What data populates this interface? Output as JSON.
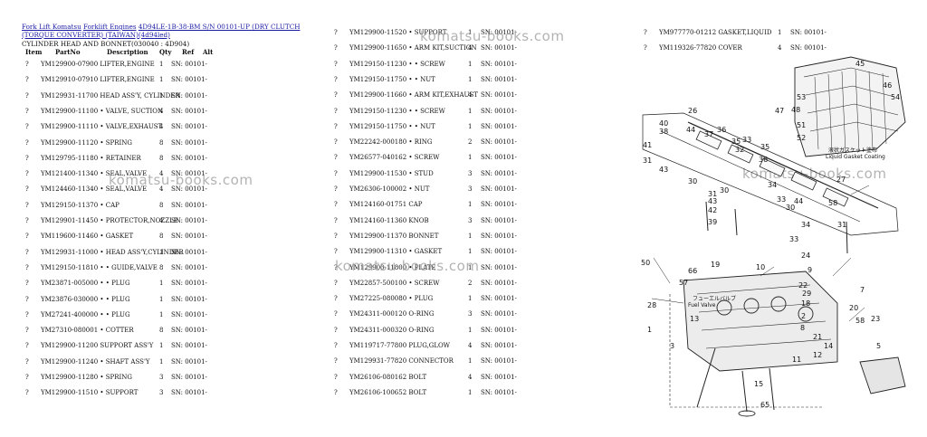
{
  "breadcrumb": {
    "link1": "Fork Lift Komatsu",
    "link2": "Forklift Engines",
    "link3": "4D94LE-1B-38-BM S/N 00101-UP (DRY CLUTCH (TORQUE CONVERTER) (TAIWAN)(4d94led)"
  },
  "section_title": "CYLINDER HEAD AND BONNET(030040 : 4D904)",
  "headers": {
    "item": "Item",
    "partno": "PartNo",
    "description": "Description",
    "qty": "Qty",
    "ref": "Ref",
    "alt": "Alt"
  },
  "watermark": "komatsu-books.com",
  "col1": [
    {
      "item": "?",
      "part": "YM129900-07900 LIFTER,ENGINE",
      "qty": "1",
      "sn": "SN: 00101-"
    },
    {
      "item": "?",
      "part": "YM129910-07910 LIFTER,ENGINE",
      "qty": "1",
      "sn": "SN: 00101-"
    },
    {
      "item": "?",
      "part": "YM129931-11700 HEAD ASS'Y, CYLINDER",
      "qty": "1",
      "sn": "SN: 00101-"
    },
    {
      "item": "?",
      "part": "YM129900-11100 • VALVE, SUCTION",
      "qty": "4",
      "sn": "SN: 00101-"
    },
    {
      "item": "?",
      "part": "YM129900-11110 • VALVE,EXHAUST",
      "qty": "4",
      "sn": "SN: 00101-"
    },
    {
      "item": "?",
      "part": "YM129900-11120 • SPRING",
      "qty": "8",
      "sn": "SN: 00101-"
    },
    {
      "item": "?",
      "part": "YM129795-11180 • RETAINER",
      "qty": "8",
      "sn": "SN: 00101-"
    },
    {
      "item": "?",
      "part": "YM121400-11340 • SEAL,VALVE",
      "qty": "4",
      "sn": "SN: 00101-"
    },
    {
      "item": "?",
      "part": "YM124460-11340 • SEAL,VALVE",
      "qty": "4",
      "sn": "SN: 00101-"
    },
    {
      "item": "?",
      "part": "YM129150-11370 • CAP",
      "qty": "8",
      "sn": "SN: 00101-"
    },
    {
      "item": "?",
      "part": "YM129901-11450 • PROTECTOR,NOZZLE",
      "qty": "4",
      "sn": "SN: 00101-"
    },
    {
      "item": "?",
      "part": "YM119600-11460 • GASKET",
      "qty": "8",
      "sn": "SN: 00101-"
    },
    {
      "item": "?",
      "part": "YM129931-11000 • HEAD ASS'Y,CYLINDER",
      "qty": "1",
      "sn": "SN: 00101-"
    },
    {
      "item": "?",
      "part": "YM129150-11810 • • GUIDE,VALVE",
      "qty": "8",
      "sn": "SN: 00101-"
    },
    {
      "item": "?",
      "part": "YM23871-005000 • • PLUG",
      "qty": "1",
      "sn": "SN: 00101-"
    },
    {
      "item": "?",
      "part": "YM23876-030000 • • PLUG",
      "qty": "1",
      "sn": "SN: 00101-"
    },
    {
      "item": "?",
      "part": "YM27241-400000 • • PLUG",
      "qty": "1",
      "sn": "SN: 00101-"
    },
    {
      "item": "?",
      "part": "YM27310-080001 • COTTER",
      "qty": "8",
      "sn": "SN: 00101-"
    },
    {
      "item": "?",
      "part": "YM129900-11200 SUPPORT ASS'Y",
      "qty": "1",
      "sn": "SN: 00101-"
    },
    {
      "item": "?",
      "part": "YM129900-11240 • SHAFT ASS'Y",
      "qty": "1",
      "sn": "SN: 00101-"
    },
    {
      "item": "?",
      "part": "YM129900-11280 • SPRING",
      "qty": "3",
      "sn": "SN: 00101-"
    },
    {
      "item": "?",
      "part": "YM129900-11510 • SUPPORT",
      "qty": "3",
      "sn": "SN: 00101-"
    }
  ],
  "col2": [
    {
      "item": "?",
      "part": "YM129900-11520 • SUPPORT",
      "qty": "1",
      "sn": "SN: 00101-"
    },
    {
      "item": "?",
      "part": "YM129900-11650 • ARM KIT,SUCTION",
      "qty": "4",
      "sn": "SN: 00101-"
    },
    {
      "item": "?",
      "part": "YM129150-11230 • • SCREW",
      "qty": "1",
      "sn": "SN: 00101-"
    },
    {
      "item": "?",
      "part": "YM129150-11750 • • NUT",
      "qty": "1",
      "sn": "SN: 00101-"
    },
    {
      "item": "?",
      "part": "YM129900-11660 • ARM KIT,EXHAUST",
      "qty": "4",
      "sn": "SN: 00101-"
    },
    {
      "item": "?",
      "part": "YM129150-11230 • • SCREW",
      "qty": "1",
      "sn": "SN: 00101-"
    },
    {
      "item": "?",
      "part": "YM129150-11750 • • NUT",
      "qty": "1",
      "sn": "SN: 00101-"
    },
    {
      "item": "?",
      "part": "YM22242-000180 • RING",
      "qty": "2",
      "sn": "SN: 00101-"
    },
    {
      "item": "?",
      "part": "YM26577-040162 • SCREW",
      "qty": "1",
      "sn": "SN: 00101-"
    },
    {
      "item": "?",
      "part": "YM129900-11530 • STUD",
      "qty": "3",
      "sn": "SN: 00101-"
    },
    {
      "item": "?",
      "part": "YM26306-100002 • NUT",
      "qty": "3",
      "sn": "SN: 00101-"
    },
    {
      "item": "?",
      "part": "YM124160-01751 CAP",
      "qty": "1",
      "sn": "SN: 00101-"
    },
    {
      "item": "?",
      "part": "YM124160-11360 KNOB",
      "qty": "3",
      "sn": "SN: 00101-"
    },
    {
      "item": "?",
      "part": "YM129900-11370 BONNET",
      "qty": "1",
      "sn": "SN: 00101-"
    },
    {
      "item": "?",
      "part": "YM129900-11310 • GASKET",
      "qty": "1",
      "sn": "SN: 00101-"
    },
    {
      "item": "?",
      "part": "YM129900-11800 • PLATE",
      "qty": "1",
      "sn": "SN: 00101-"
    },
    {
      "item": "?",
      "part": "YM22857-500100 • SCREW",
      "qty": "2",
      "sn": "SN: 00101-"
    },
    {
      "item": "?",
      "part": "YM27225-080080 • PLUG",
      "qty": "1",
      "sn": "SN: 00101-"
    },
    {
      "item": "?",
      "part": "YM24311-000120 O-RING",
      "qty": "3",
      "sn": "SN: 00101-"
    },
    {
      "item": "?",
      "part": "YM24311-000320 O-RING",
      "qty": "1",
      "sn": "SN: 00101-"
    },
    {
      "item": "?",
      "part": "YM119717-77800 PLUG,GLOW",
      "qty": "4",
      "sn": "SN: 00101-"
    },
    {
      "item": "?",
      "part": "YM129931-77820 CONNECTOR",
      "qty": "1",
      "sn": "SN: 00101-"
    },
    {
      "item": "?",
      "part": "YM26106-080162 BOLT",
      "qty": "4",
      "sn": "SN: 00101-"
    },
    {
      "item": "?",
      "part": "YM26106-100652 BOLT",
      "qty": "1",
      "sn": "SN: 00101-"
    }
  ],
  "col3": [
    {
      "item": "?",
      "part": "YM977770-01212 GASKET,LIQUID",
      "qty": "1",
      "sn": "SN: 00101-"
    },
    {
      "item": "?",
      "part": "YM119326-77820 COVER",
      "qty": "4",
      "sn": "SN: 00101-"
    }
  ],
  "diagram": {
    "callouts": [
      "45",
      "46",
      "54",
      "53",
      "48",
      "47",
      "51",
      "52",
      "26",
      "40",
      "38",
      "44",
      "37",
      "41",
      "31",
      "36",
      "35",
      "33",
      "32",
      "35",
      "36",
      "30",
      "27",
      "34",
      "43",
      "30",
      "31",
      "43",
      "42",
      "39",
      "33",
      "30",
      "44",
      "34",
      "33",
      "31",
      "58",
      "50",
      "66",
      "19",
      "57",
      "10",
      "24",
      "9",
      "22",
      "29",
      "18",
      "2",
      "58",
      "23",
      "13",
      "3",
      "21",
      "14",
      "12",
      "11",
      "15",
      "5",
      "65",
      "28",
      "1",
      "20",
      "8",
      "7"
    ],
    "fuel_label_jp": "フューエルバルブ",
    "fuel_label": "Fuel Valve",
    "liquid_label_jp": "液状ガスケット塗布",
    "liquid_label": "Liquid Gasket Coating"
  }
}
